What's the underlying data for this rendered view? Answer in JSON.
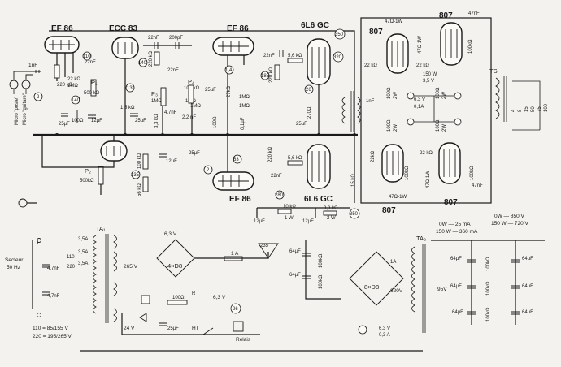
{
  "tubes": {
    "ef86_in": "EF 86",
    "ecc83": "ECC 83",
    "ef86_a": "EF 86",
    "ef86_b": "EF 86",
    "l6gc_a": "6L6 GC",
    "l6gc_b": "6L6 GC",
    "t807_1": "807",
    "t807_2": "807",
    "t807_3": "807",
    "t807_4": "807"
  },
  "inputs": {
    "micro1": "Micro \"poste\"",
    "micro2": "Micro \"guitare\"",
    "secteur": "Secteur",
    "freq": "50 Hz"
  },
  "components": {
    "c1": "1nF",
    "r220k_1": "220 kΩ",
    "r22k": "22 kΩ",
    "r1m": "1MΩ",
    "c22n_1": "22nF",
    "c25u_1": "25µF",
    "r100_1": "100Ω",
    "c12u_1": "12µF",
    "p1": "P₁",
    "p1v": "500 kΩ",
    "r1_5k": "1,5 kΩ",
    "c25u_2": "25µF",
    "c22n_2": "22nF",
    "c200p": "200pF",
    "r220k_2": "220 kΩ",
    "c22n_3": "22nF",
    "r100k_1": "100 kΩ",
    "p3": "P₃",
    "p3v": "1MΩ",
    "p4": "P₄",
    "p4v": "1MΩ",
    "c4_7n": "4,7nF",
    "r3_3k": "3,3 kΩ",
    "c2_2n": "2,2 nF",
    "r1m_2": "1MΩ",
    "c25u_3": "25µF",
    "r27k": "27kΩ",
    "r1m_3": "1MΩ",
    "r1m_4": "1MΩ",
    "c0_1u": "0,1µF",
    "r220k_3": "220 kΩ",
    "c22n_4": "22nF",
    "r5_6k_1": "5,6 kΩ",
    "r270": "270Ω",
    "c25u_4": "25µF",
    "r5_6k_2": "5,6 kΩ",
    "c22n_5": "22nF",
    "r220k_4": "220 kΩ",
    "c25u_5": "25µF",
    "r10k": "10 kΩ",
    "r10kw": "1 W",
    "r3_9k": "3,9 kΩ",
    "r3_9kw": "2 W",
    "c12u_2": "12µF",
    "c12u_3": "12µF",
    "r100k_2": "100 kΩ",
    "r56k": "56 kΩ",
    "c12u_4": "12µF",
    "p2": "P₂",
    "p2v": "500kΩ",
    "r15k": "15 kΩ",
    "c1n": "1nF",
    "r47_1": "47Ω-1W",
    "r47_2": "47Ω 1W",
    "r22k_1": "22 kΩ",
    "r22k_2": "22 kΩ",
    "r22k_3": "22 kΩ",
    "r100k_3": "100kΩ",
    "r150w": "150 W",
    "r3_5v": "3,5 V",
    "r100_2": "100Ω",
    "r2w_1": "2W",
    "r100_3": "100Ω",
    "r2w_2": "2W",
    "h6_3": "6,3 V",
    "h0_1": "0,1A",
    "r100_4": "100Ω",
    "r2w_3": "2W",
    "r100_5": "100Ω",
    "r2w_4": "2W",
    "r22k_4": "22kΩ",
    "r100k_4": "100kΩ",
    "r22k_5": "22 kΩ",
    "r100k_5": "100kΩ",
    "r47_3": "47Ω-1W",
    "r47_4": "47Ω 1W",
    "c47n_1": "47nF",
    "c47n_2": "47nF",
    "ts": "TS",
    "taps": [
      "4",
      "8",
      "15",
      "50",
      "75",
      "100"
    ],
    "ta1": "TA₁",
    "ta2": "TA₂",
    "f3_5_1": "3,5A",
    "f3_5_2": "3,5A",
    "f3_5_3": "3,5A",
    "v110": "110",
    "v220": "220",
    "c47n_3": "4,7nF",
    "c47n_4": "4,7nF",
    "v6_3_1": "6,3 V",
    "v265": "265 V",
    "d4": "4×D8",
    "f1a_1": "1 A",
    "r100_6": "100Ω",
    "r_r": "R",
    "v6_3_2": "6,3 V",
    "v24": "24 V",
    "c25u_6": "25µF",
    "ht": "HT",
    "relais": "Relais",
    "c64u_1": "64µF",
    "c64u_2": "64µF",
    "r100k_6": "100kΩ",
    "r100k_7": "100kΩ",
    "d8": "8×D8",
    "f1a_2": "1A",
    "v620": "620V",
    "v95": "95V",
    "v6_3_3": "6,3 V",
    "a0_3": "0,3 A",
    "c64u_3": "64µF",
    "c64u_4": "64µF",
    "c64u_5": "64µF",
    "c64u_6": "64µF",
    "c64u_7": "64µF",
    "c64u_8": "64µF",
    "r100k_8": "100kΩ",
    "r100k_9": "100kΩ",
    "r100k_10": "100kΩ"
  },
  "volt_marks": {
    "m110": "110",
    "m140": "140",
    "m6": "6",
    "m13": "13",
    "m140b": "140",
    "m1_4": "1,4",
    "m185": "185",
    "m350": "350",
    "m320": "320",
    "m26": "26",
    "m270": "270",
    "m2": "2",
    "m63": "63",
    "m280": "280",
    "m350b": "350",
    "m28": "-26",
    "m235": "235"
  },
  "supply": {
    "s1": "0W — 850 V",
    "s2": "150 W — 720 V",
    "s3": "0W — 25 mA",
    "s4": "150 W — 360 mA"
  },
  "mains": {
    "line1": "110 = 85/155 V",
    "line2": "220 = 195/265 V"
  }
}
